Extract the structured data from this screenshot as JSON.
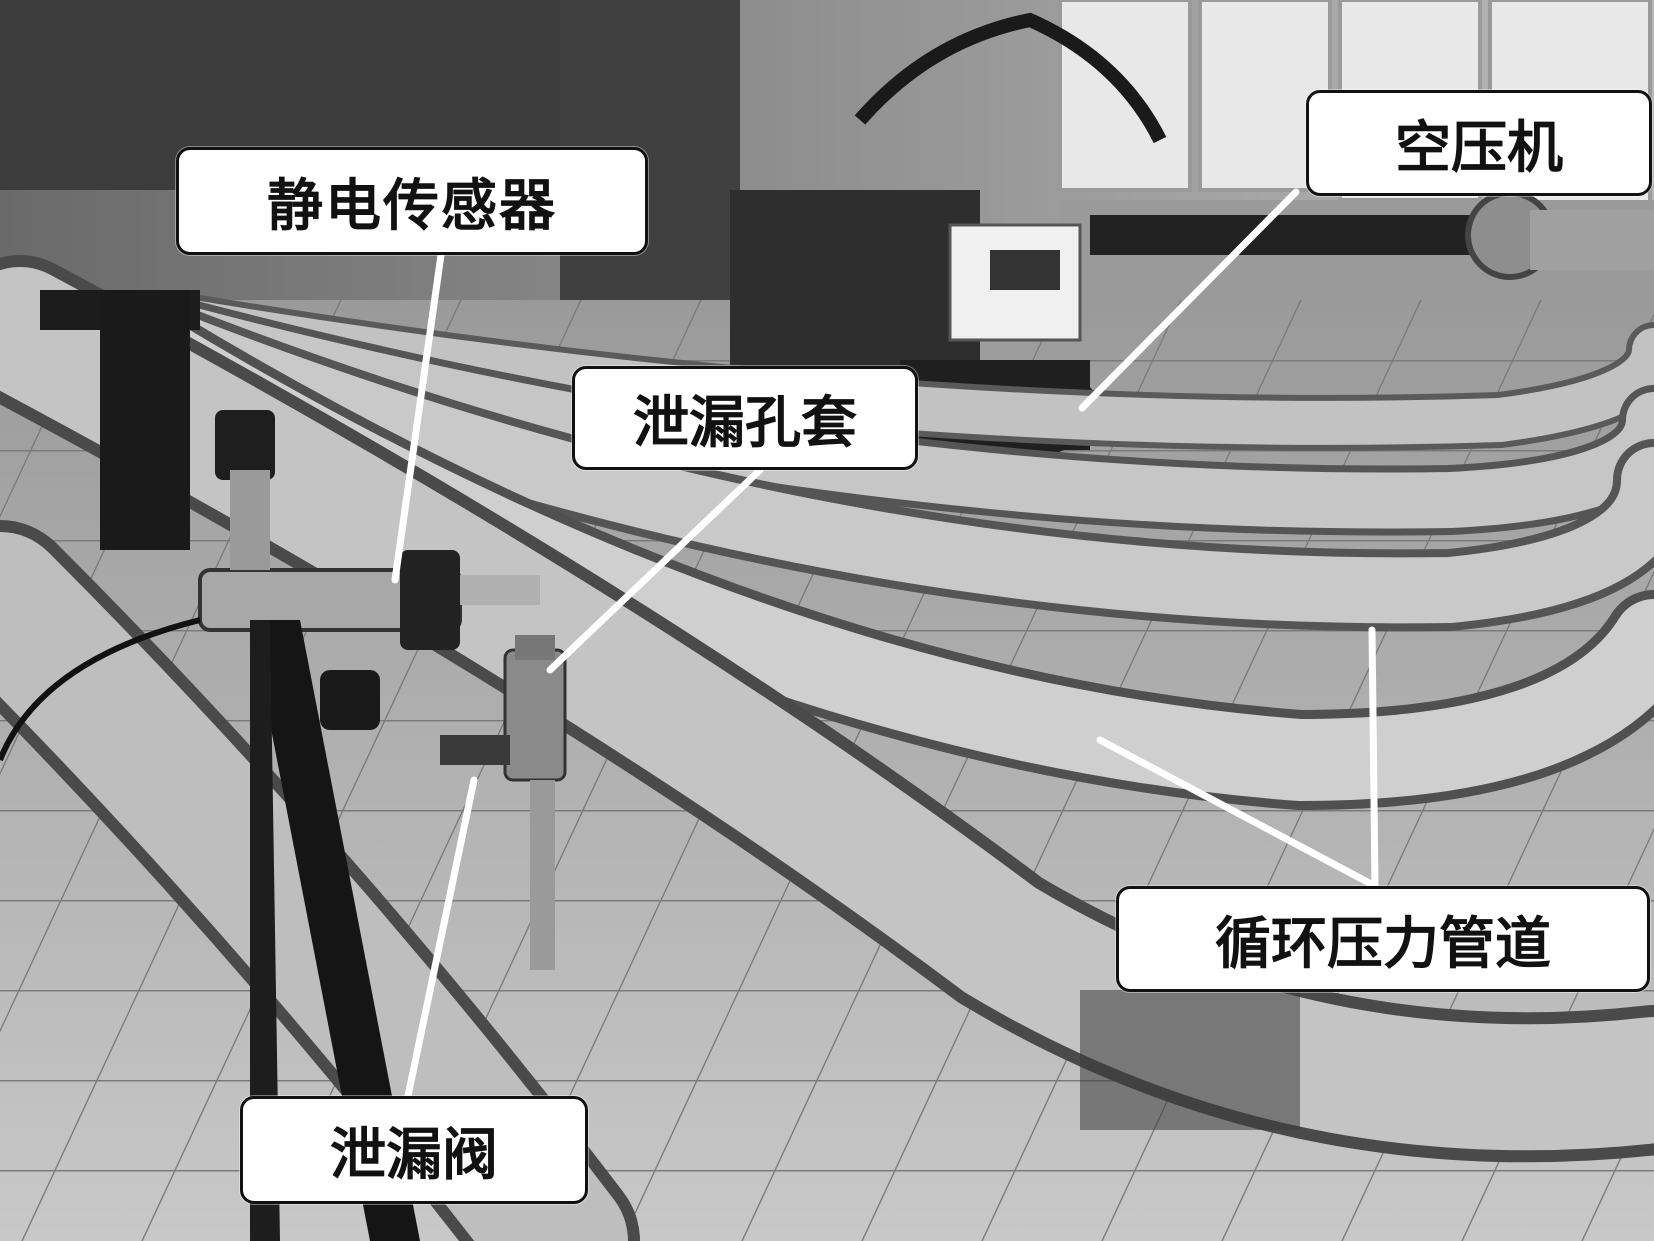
{
  "image": {
    "description_color": "#8a8a8a"
  },
  "labels": {
    "sensor": "静电传感器",
    "compressor": "空压机",
    "leak_sleeve": "泄漏孔套",
    "pipeline": "循环压力管道",
    "leak_valve": "泄漏阀"
  },
  "colors": {
    "callout_fill": "#ffffff",
    "callout_border": "#111111",
    "leader_line": "#ffffff"
  }
}
